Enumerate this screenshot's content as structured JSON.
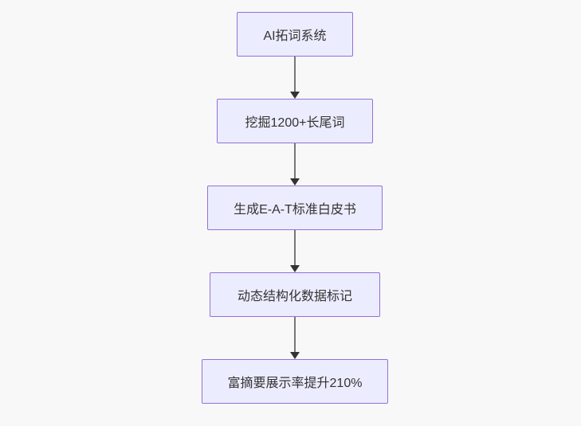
{
  "diagram": {
    "type": "flowchart",
    "direction": "top-down",
    "nodes": [
      {
        "label": "AI拓词系统"
      },
      {
        "label": "挖掘1200+长尾词"
      },
      {
        "label": "生成E-A-T标准白皮书"
      },
      {
        "label": "动态结构化数据标记"
      },
      {
        "label": "富摘要展示率提升210%"
      }
    ],
    "edges": [
      {
        "from": 0,
        "to": 1
      },
      {
        "from": 1,
        "to": 2
      },
      {
        "from": 2,
        "to": 3
      },
      {
        "from": 3,
        "to": 4
      }
    ],
    "colors": {
      "background": "#f8f8f8",
      "node_fill": "#ececff",
      "node_border": "#9370db",
      "node_text": "#333333",
      "arrow_line": "#777777",
      "arrow_head": "#333333"
    }
  }
}
